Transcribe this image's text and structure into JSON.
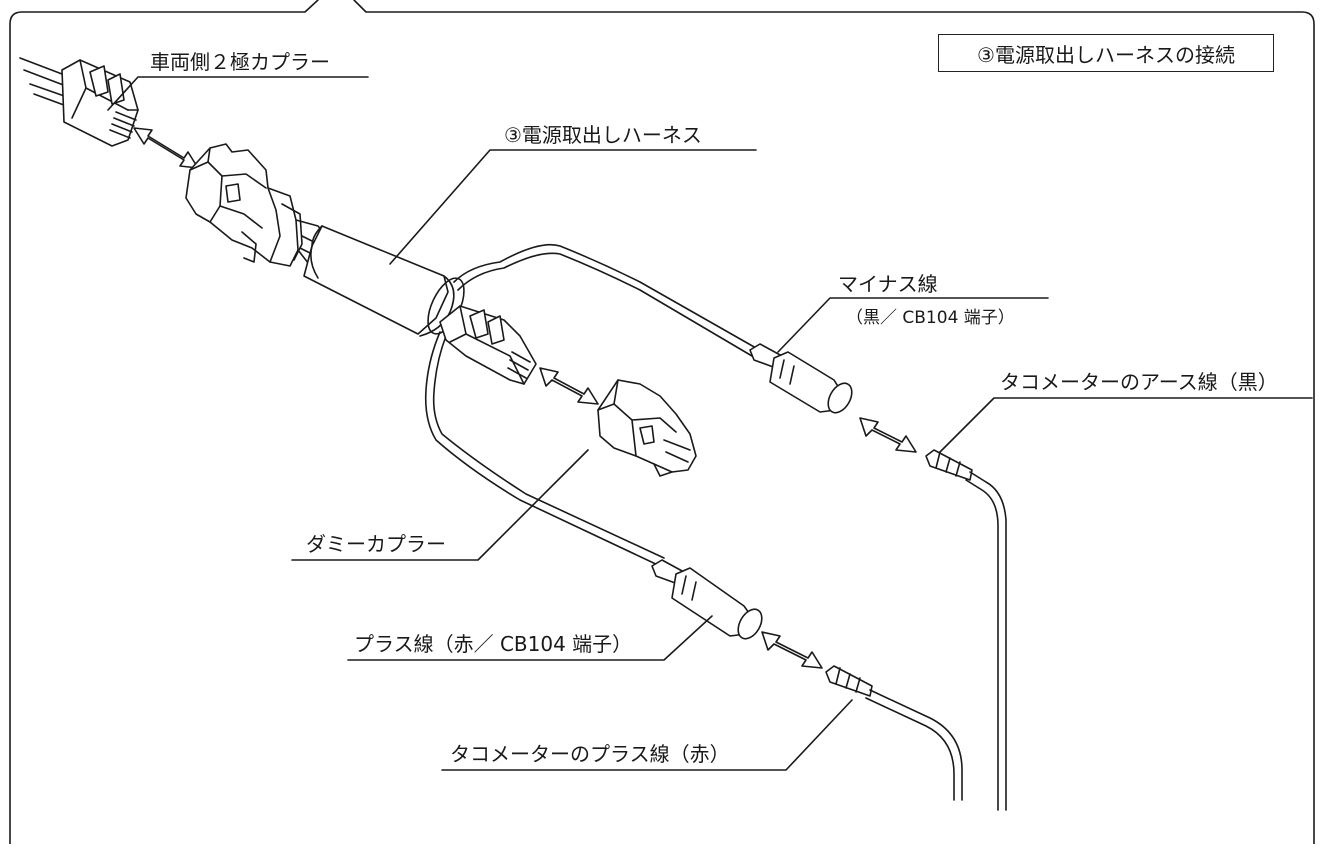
{
  "diagram": {
    "title": "③電源取出しハーネスの接続",
    "labels": {
      "vehicle_coupler": "車両側２極カプラー",
      "harness": "③電源取出しハーネス",
      "minus_wire": "マイナス線",
      "minus_wire_spec": "（黒／ CB104 端子）",
      "tacho_ground": "タコメーターのアース線（黒）",
      "dummy_coupler": "ダミーカプラー",
      "plus_wire": "プラス線（赤／ CB104 端子）",
      "tacho_plus": "タコメーターのプラス線（赤）"
    }
  }
}
